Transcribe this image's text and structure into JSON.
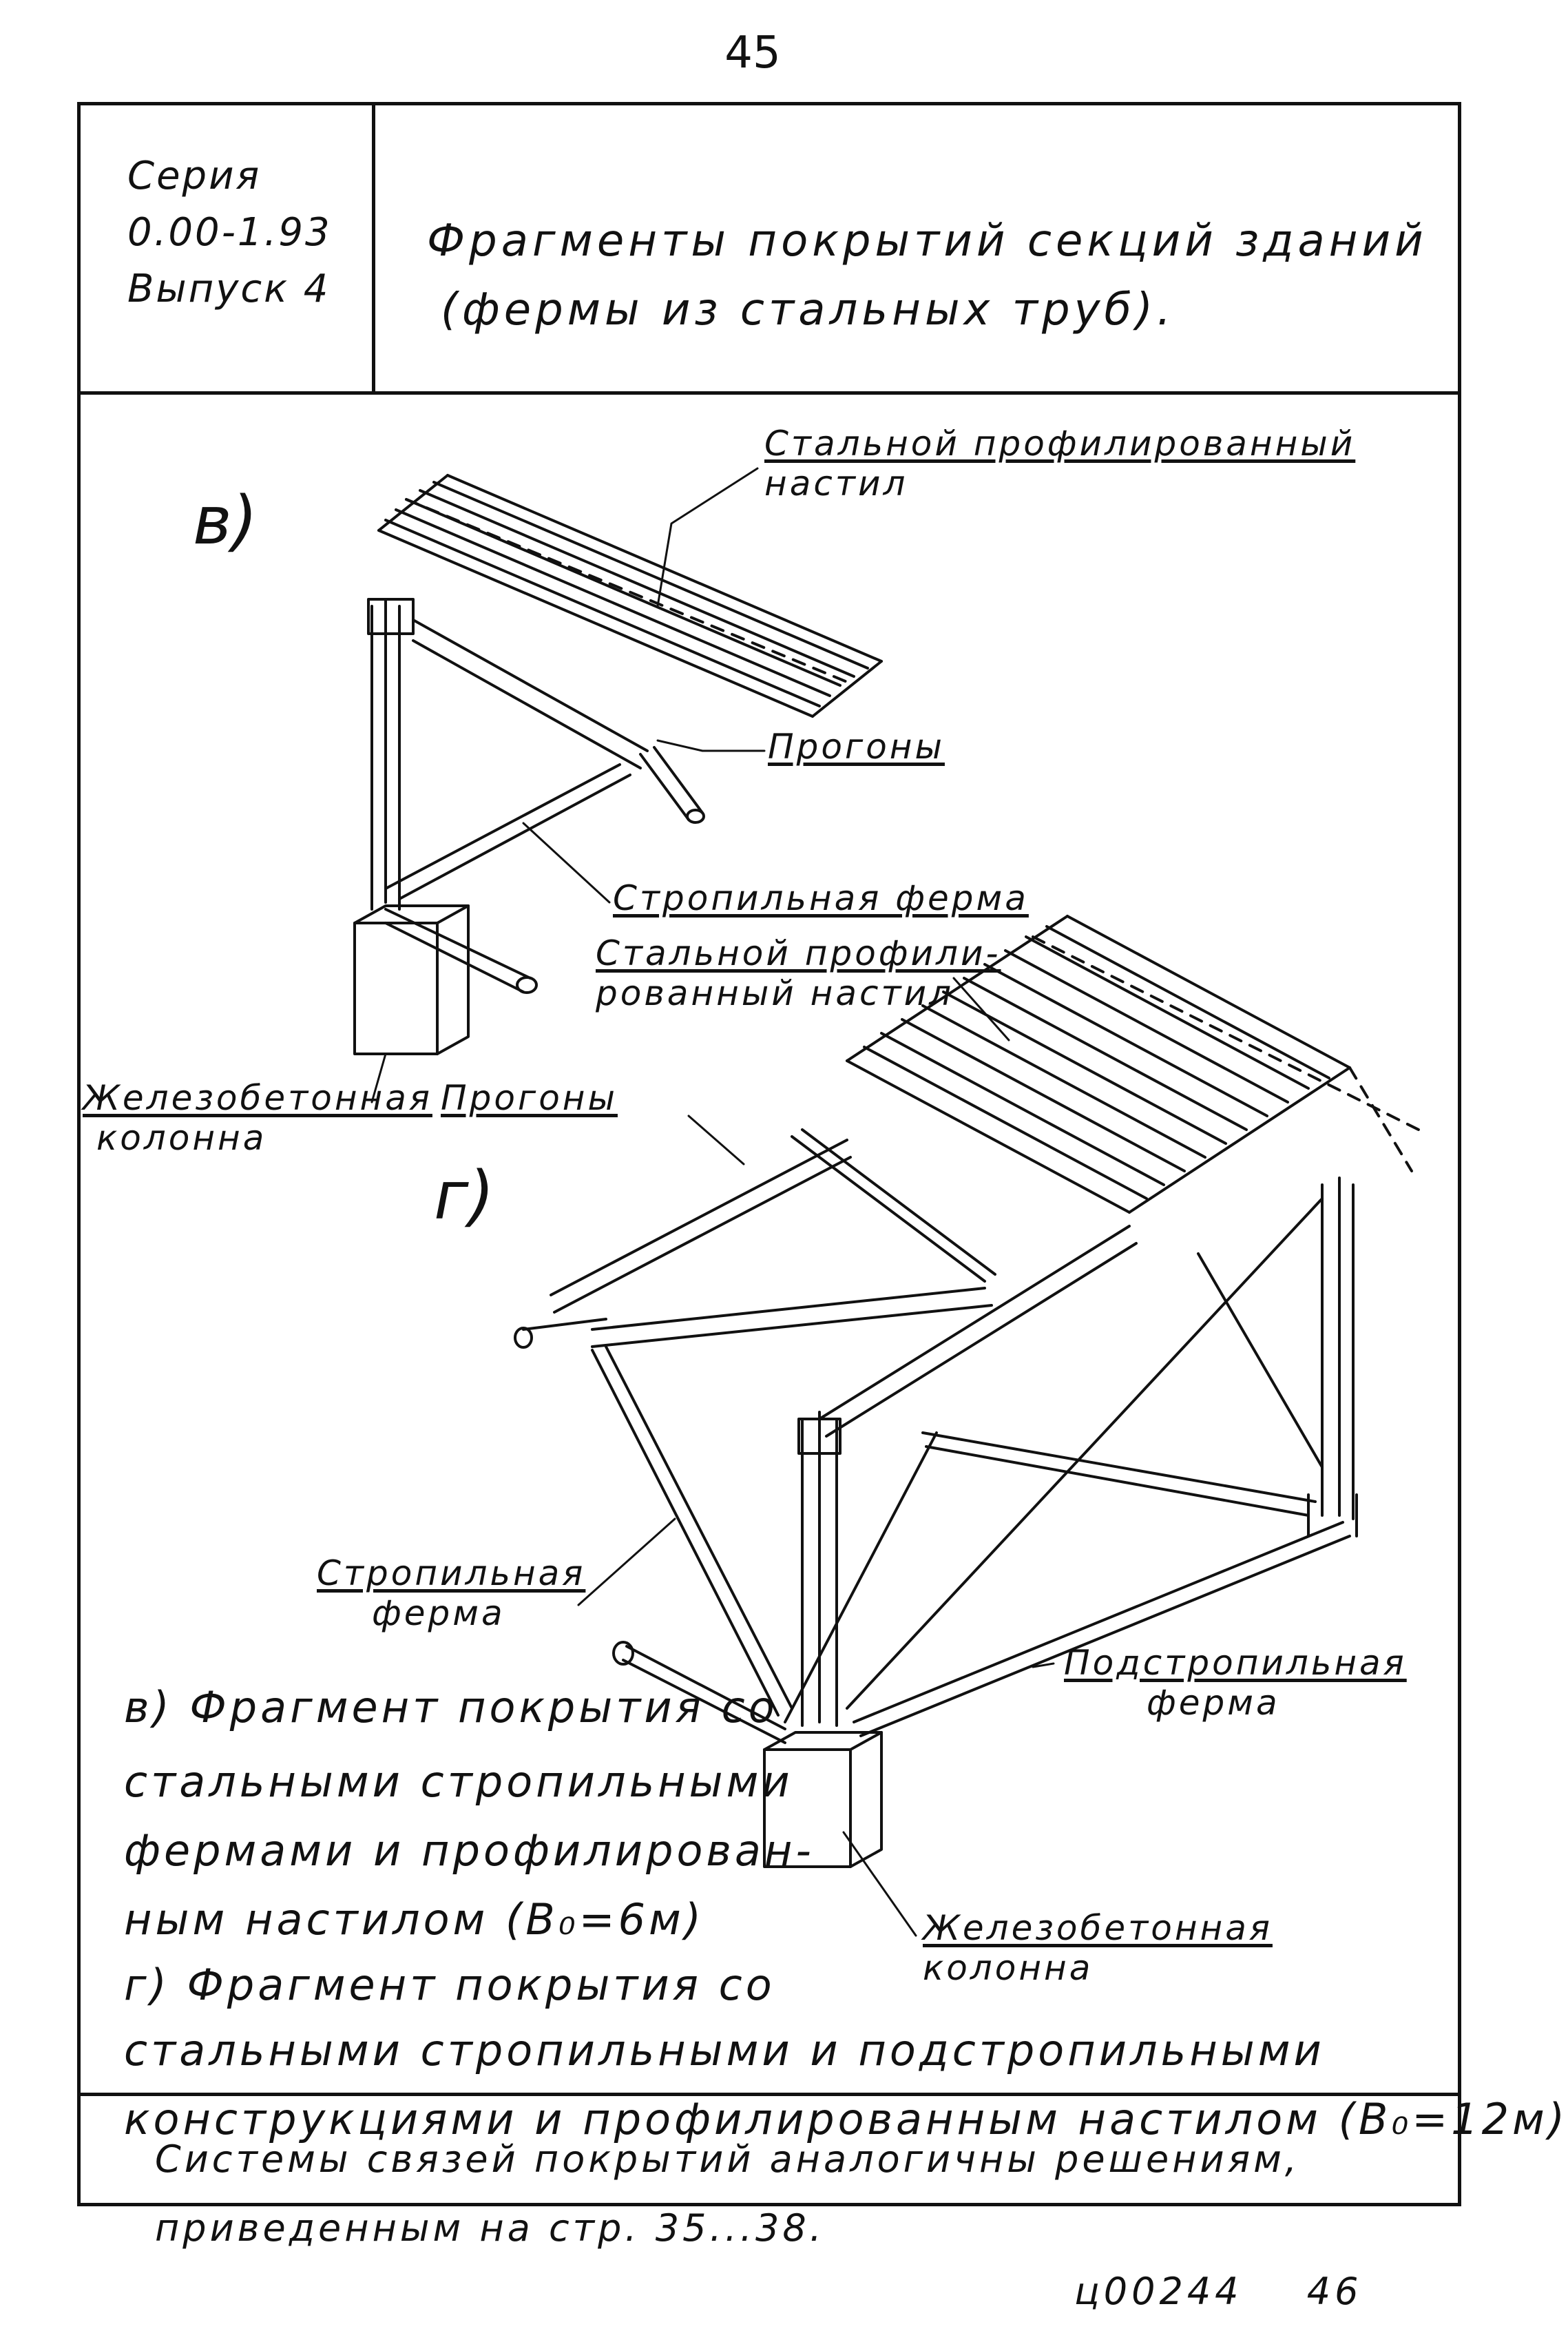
{
  "page_number": "45",
  "header": {
    "series_label": "Серия",
    "series_code": "0.00-1.93",
    "issue_label": "Выпуск 4",
    "title_line1": "Фрагменты покрытий секций зданий",
    "title_line2": "(фермы из стальных труб)."
  },
  "figure_v": {
    "letter": "в)",
    "label_decking_line1": "Стальной профилированный",
    "label_decking_line2": "настил",
    "label_purlins": "Прогоны",
    "label_truss": "Стропильная ферма",
    "label_column_line1": "Железобетонная",
    "label_column_line2": "колонна"
  },
  "figure_g": {
    "letter": "г)",
    "label_decking_line1": "Стальной профили-",
    "label_decking_line2": "рованный настил",
    "label_purlins": "Прогоны",
    "label_truss_line1": "Стропильная",
    "label_truss_line2": "ферма",
    "label_subtruss_line1": "Подстропильная",
    "label_subtruss_line2": "ферма",
    "label_column_line1": "Железобетонная",
    "label_column_line2": "колонна"
  },
  "description": {
    "line1": "в) Фрагмент покрытия со",
    "line2": "стальными стропильными",
    "line3": "фермами и профилирован-",
    "line4": "ным настилом (В₀=6м)",
    "line5": "г) Фрагмент покрытия со",
    "line6": "стальными стропильными и подстропильными",
    "line7": "конструкциями и профилированным настилом (В₀=12м)"
  },
  "note": {
    "line1": "Системы связей покрытий аналогичны решениям,",
    "line2": "приведенным на стр. 35...38."
  },
  "stamp": {
    "code": "ц00244",
    "sheet": "46"
  }
}
